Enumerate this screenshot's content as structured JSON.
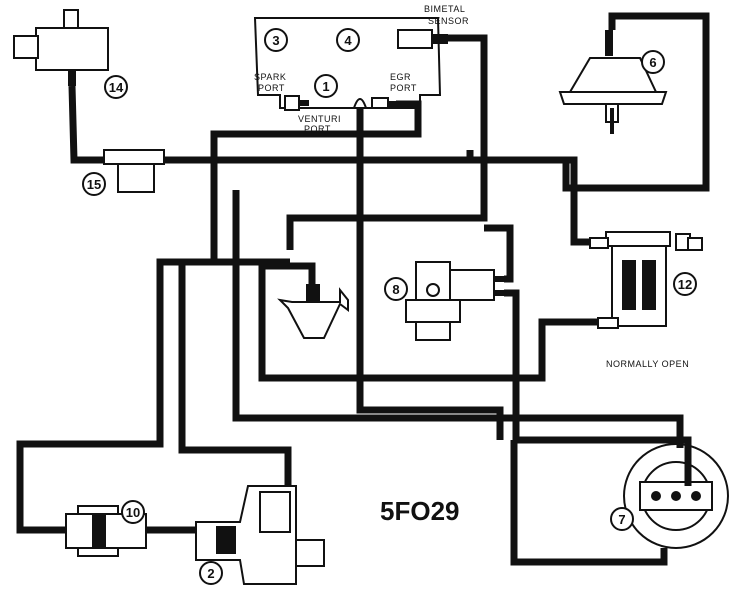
{
  "labels": {
    "bimetal_sensor_line1": "BIMETAL",
    "bimetal_sensor_line2": "SENSOR",
    "spark_port_line1": "SPARK",
    "spark_port_line2": "PORT",
    "egr_port_line1": "EGR",
    "egr_port_line2": "PORT",
    "venturi_port_line1": "VENTURI",
    "venturi_port_line2": "PORT",
    "normally_open": "NORMALLY OPEN",
    "figure_code": "5FO29"
  },
  "callouts": [
    "1",
    "2",
    "3",
    "4",
    "6",
    "7",
    "8",
    "10",
    "12",
    "14",
    "15"
  ]
}
